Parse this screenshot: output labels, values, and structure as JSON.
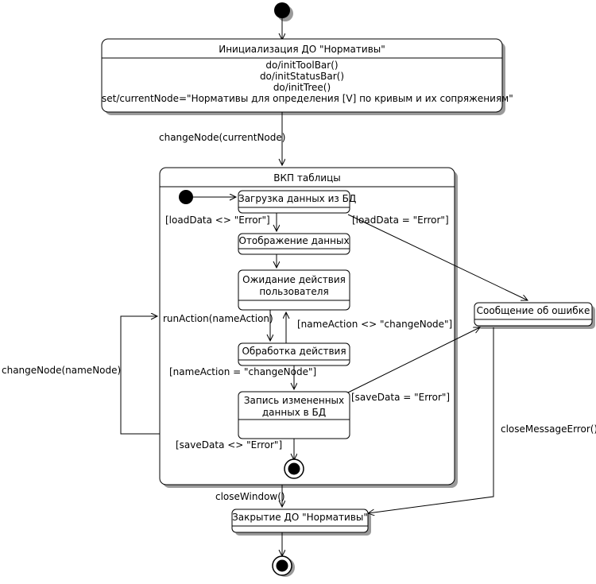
{
  "diagram": {
    "type": "uml-state-machine",
    "language": "ru",
    "title": "ВКП таблицы"
  },
  "states": {
    "init_do": {
      "name": "Инициализация ДО \"Нормативы\"",
      "actions": [
        "do/initToolBar()",
        "do/initStatusBar()",
        "do/initTree()",
        "set/currentNode=\"Нормативы для определения [V] по кривым и их сопряжениям\""
      ]
    },
    "composite": {
      "name": "ВКП таблицы"
    },
    "load_data": {
      "name": "Загрузка данных из БД"
    },
    "show_data": {
      "name": "Отображение данных"
    },
    "wait_user_line1": {
      "name": "Ожидание действия"
    },
    "wait_user_line2": {
      "name": "пользователя"
    },
    "process_action": {
      "name": "Обработка действия"
    },
    "save_data_line1": {
      "name": "Запись измененных"
    },
    "save_data_line2": {
      "name": "данных в БД"
    },
    "error_message": {
      "name": "Сообщение об ошибке"
    },
    "close_do": {
      "name": "Закрытие ДО \"Нормативы\""
    }
  },
  "transitions": {
    "change_node_current": "changeNode(currentNode)",
    "load_ok": "[loadData <> \"Error\"]",
    "load_error": "[loadData = \"Error\"]",
    "run_action": "runAction(nameAction)",
    "name_action_other": "[nameAction <> \"changeNode\"]",
    "name_action_change": "[nameAction = \"changeNode\"]",
    "save_error": "[saveData = \"Error\"]",
    "save_ok": "[saveData <> \"Error\"]",
    "change_node_name": "changeNode(nameNode)",
    "close_window": "closeWindow()",
    "close_message_error": "closeMessageError()"
  },
  "colors": {
    "stroke": "#000000",
    "fill": "#ffffff",
    "shadow": "#9a9a9a",
    "background": "#ffffff"
  }
}
